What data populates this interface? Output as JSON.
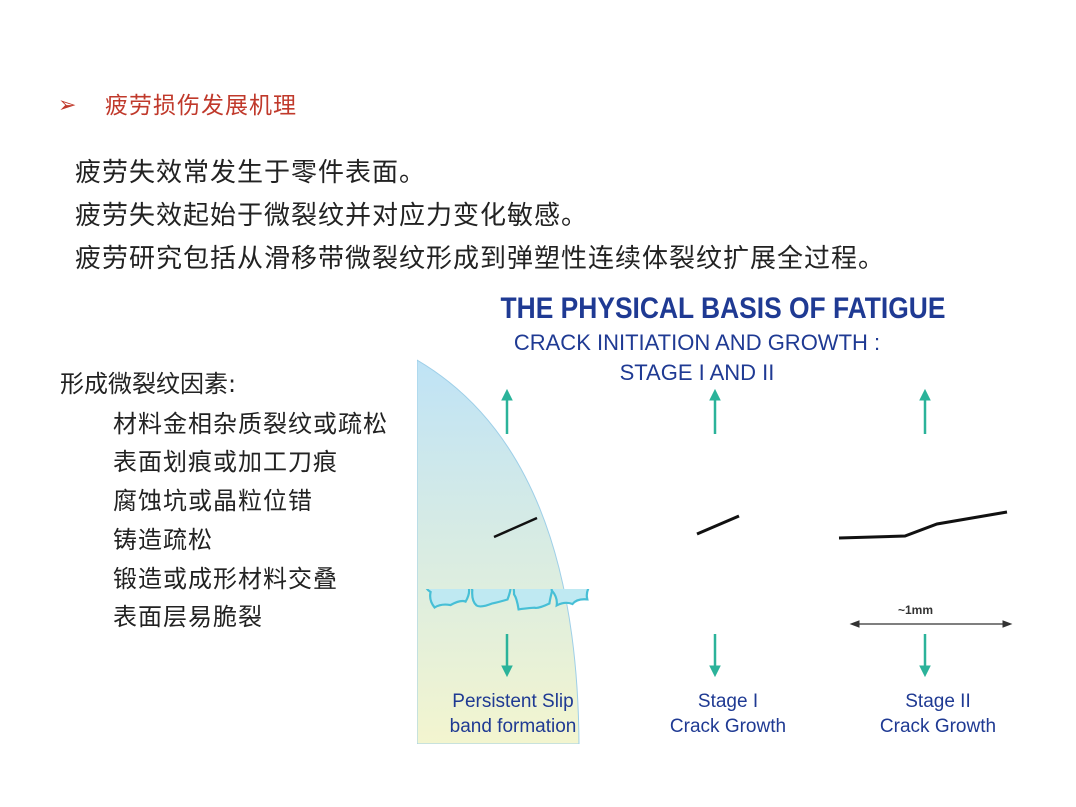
{
  "heading": {
    "bullet": "➢",
    "text": "疲劳损伤发展机理"
  },
  "intro_lines": [
    "疲劳失效常发生于零件表面。",
    "疲劳失效起始于微裂纹并对应力变化敏感。",
    "疲劳研究包括从滑移带微裂纹形成到弹塑性连续体裂纹扩展全过程。"
  ],
  "factors": {
    "title": "形成微裂纹因素:",
    "items": [
      "材料金相杂质裂纹或疏松",
      "表面划痕或加工刀痕",
      "腐蚀坑或晶粒位错",
      "铸造疏松",
      "锻造或成形材料交叠",
      "表面层易脆裂"
    ]
  },
  "figure": {
    "title": "THE PHYSICAL BASIS OF FATIGUE",
    "subtitle_line1": "CRACK INITIATION AND GROWTH :",
    "subtitle_line2": "STAGE I AND II",
    "scale_label": "~1mm",
    "panels": [
      {
        "caption_line1": "Persistent Slip",
        "caption_line2": "band formation"
      },
      {
        "caption_line1": "Stage I",
        "caption_line2": "Crack Growth"
      },
      {
        "caption_line1": "Stage II",
        "caption_line2": "Crack Growth"
      }
    ],
    "colors": {
      "title": "#1f3a93",
      "grain_fill": "#bfe9f2",
      "grain_stroke": "#47bfd6",
      "arrow": "#2bb39a",
      "crack": "#111111",
      "gradient_blue": "#bfe3f6",
      "gradient_yellow": "#f3f5cf"
    }
  }
}
